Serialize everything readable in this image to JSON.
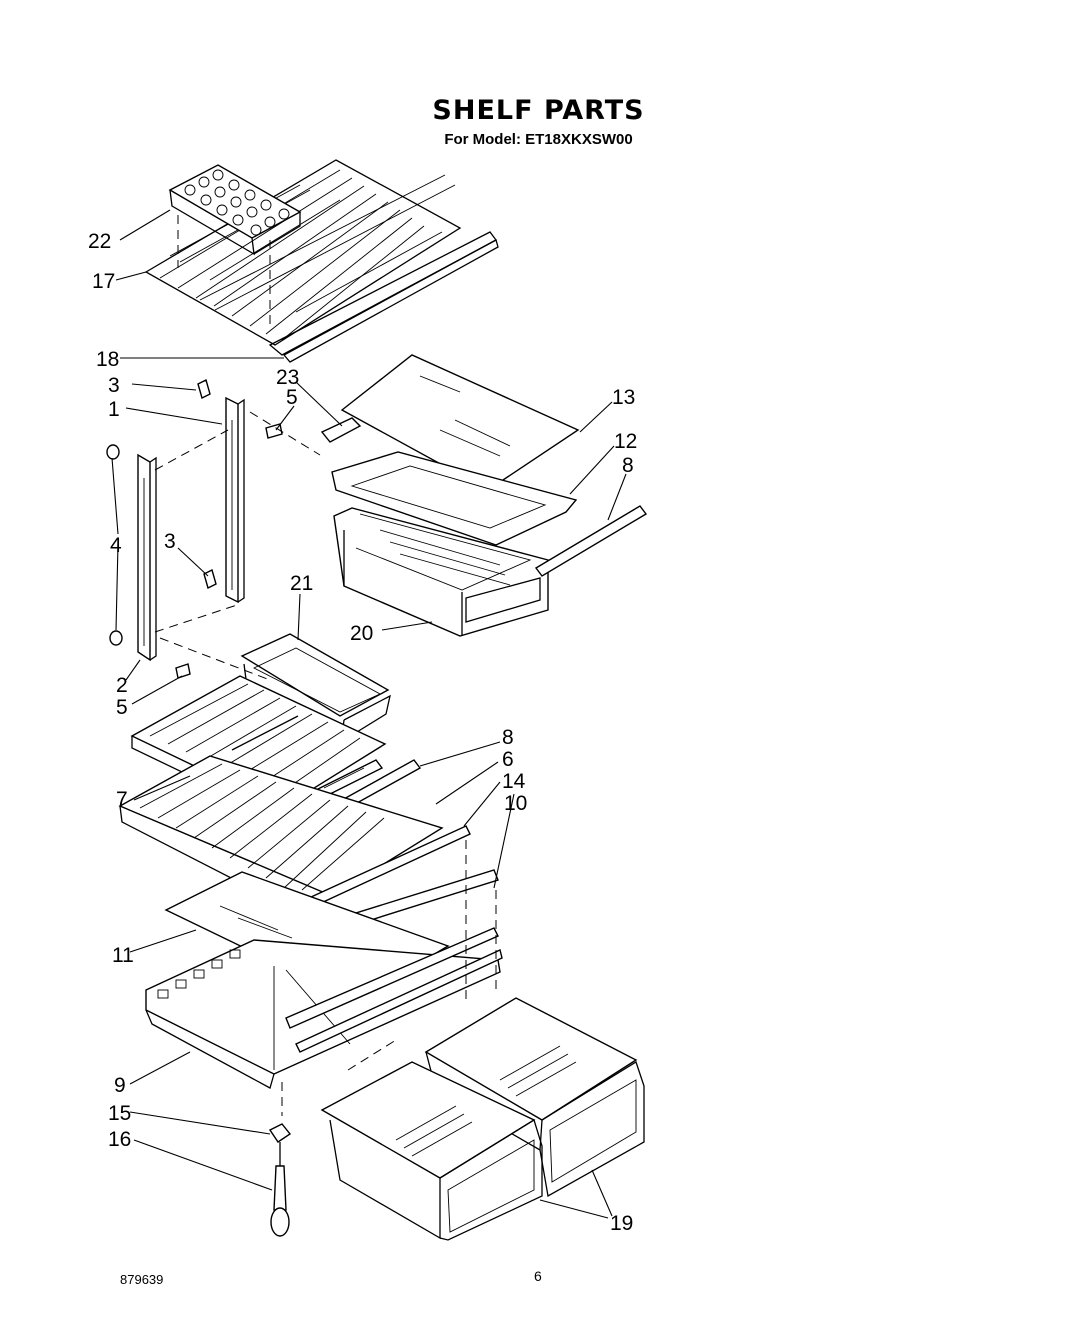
{
  "header": {
    "title": "SHELF PARTS",
    "subtitle": "For Model: ET18XKXSW00"
  },
  "callouts": [
    "22",
    "17",
    "18",
    "3",
    "1",
    "23",
    "5",
    "13",
    "12",
    "8",
    "4",
    "3",
    "21",
    "20",
    "2",
    "5",
    "8",
    "6",
    "14",
    "10",
    "7",
    "11",
    "9",
    "15",
    "16",
    "19"
  ],
  "footer": {
    "code": "879639",
    "page_number": "6"
  }
}
